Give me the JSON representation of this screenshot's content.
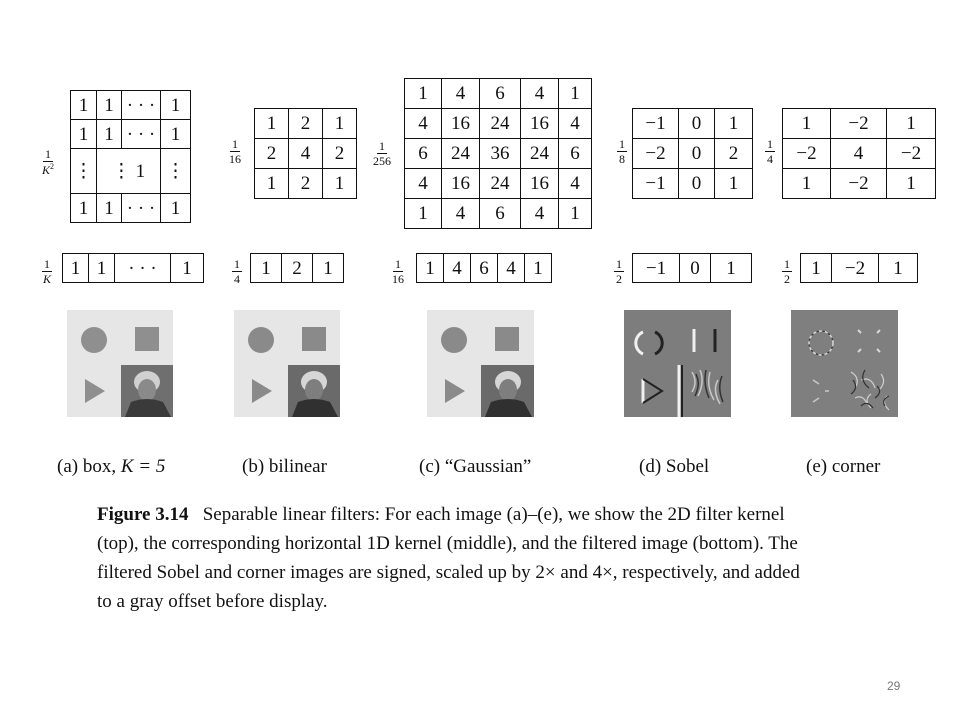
{
  "kernels_2d": {
    "box": {
      "scale_num": "1",
      "scale_den": "K",
      "rows": [
        [
          "1",
          "1",
          "· · ·",
          "1"
        ],
        [
          "1",
          "1",
          "· · ·",
          "1"
        ],
        [
          "⋮",
          "⋮   1",
          "",
          "⋮"
        ],
        [
          "1",
          "1",
          "· · ·",
          "1"
        ]
      ]
    },
    "bilinear": {
      "scale_num": "1",
      "scale_den": "16",
      "rows": [
        [
          "1",
          "2",
          "1"
        ],
        [
          "2",
          "4",
          "2"
        ],
        [
          "1",
          "2",
          "1"
        ]
      ]
    },
    "gaussian": {
      "scale_num": "1",
      "scale_den": "256",
      "rows": [
        [
          "1",
          "4",
          "6",
          "4",
          "1"
        ],
        [
          "4",
          "16",
          "24",
          "16",
          "4"
        ],
        [
          "6",
          "24",
          "36",
          "24",
          "6"
        ],
        [
          "4",
          "16",
          "24",
          "16",
          "4"
        ],
        [
          "1",
          "4",
          "6",
          "4",
          "1"
        ]
      ]
    },
    "sobel": {
      "scale_num": "1",
      "scale_den": "8",
      "rows": [
        [
          "−1",
          "0",
          "1"
        ],
        [
          "−2",
          "0",
          "2"
        ],
        [
          "−1",
          "0",
          "1"
        ]
      ]
    },
    "corner": {
      "scale_num": "1",
      "scale_den": "4",
      "rows": [
        [
          "1",
          "−2",
          "1"
        ],
        [
          "−2",
          "4",
          "−2"
        ],
        [
          "1",
          "−2",
          "1"
        ]
      ]
    }
  },
  "kernels_1d": {
    "box": {
      "scale_num": "1",
      "scale_den": "K",
      "values": [
        "1",
        "1",
        "· · ·",
        "1"
      ]
    },
    "bilinear": {
      "scale_num": "1",
      "scale_den": "4",
      "values": [
        "1",
        "2",
        "1"
      ]
    },
    "gaussian": {
      "scale_num": "1",
      "scale_den": "16",
      "values": [
        "1",
        "4",
        "6",
        "4",
        "1"
      ]
    },
    "sobel": {
      "scale_num": "1",
      "scale_den": "2",
      "values": [
        "−1",
        "0",
        "1"
      ]
    },
    "corner": {
      "scale_num": "1",
      "scale_den": "2",
      "values": [
        "1",
        "−2",
        "1"
      ]
    }
  },
  "captions": {
    "a_prefix": "(a) box,",
    "a_eq": "K = 5",
    "b": "(b) bilinear",
    "c": "(c) “Gaussian”",
    "d": "(d) Sobel",
    "e": "(e) corner"
  },
  "figure": {
    "label": "Figure 3.14",
    "lines": [
      "Separable linear filters: For each image (a)–(e), we show the 2D filter kernel",
      "(top), the corresponding horizontal 1D kernel (middle), and the filtered image (bottom). The",
      "filtered Sobel and corner images are signed, scaled up by 2× and 4×, respectively, and added",
      "to a gray offset before display."
    ]
  },
  "page_number": "29"
}
